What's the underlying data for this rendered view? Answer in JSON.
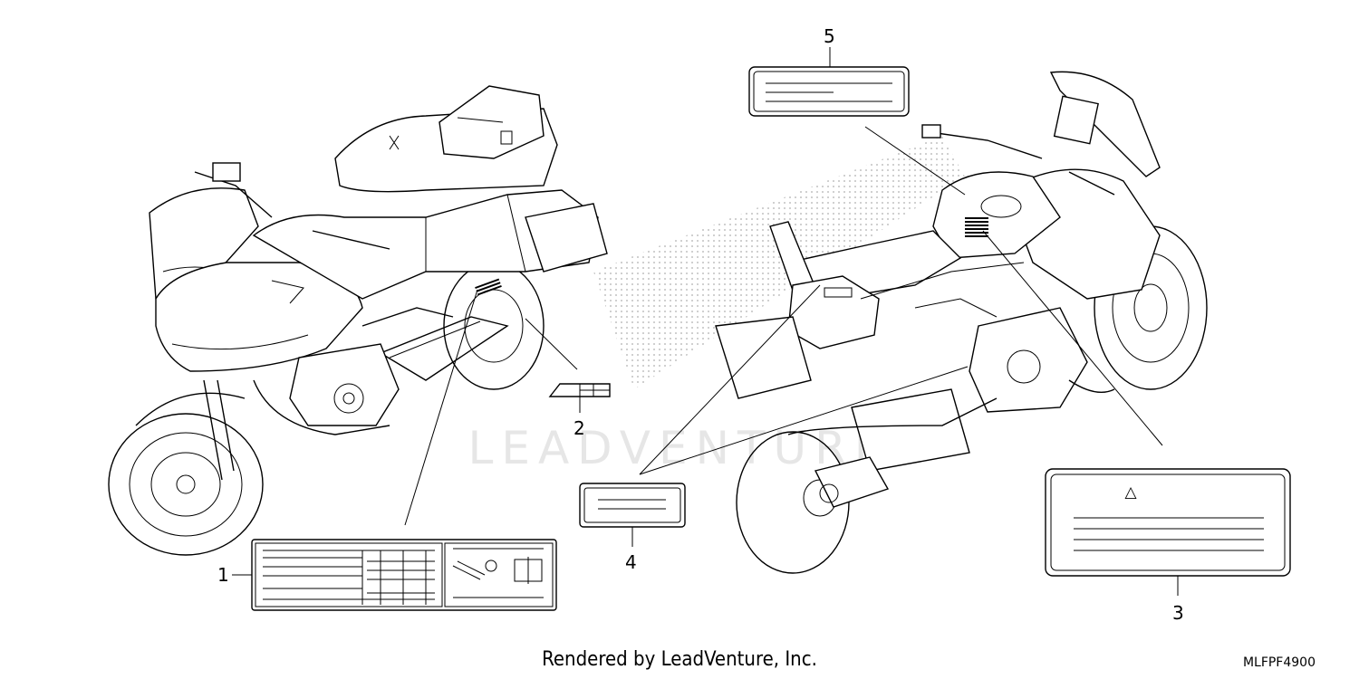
{
  "watermark": "LEADVENTURE",
  "callouts": {
    "c1": "1",
    "c2": "2",
    "c3": "3",
    "c4": "4",
    "c5": "5"
  },
  "footer": {
    "rendered_by": "Rendered by LeadVenture, Inc.",
    "code": "MLFPF4900"
  },
  "label3_symbol": "△"
}
